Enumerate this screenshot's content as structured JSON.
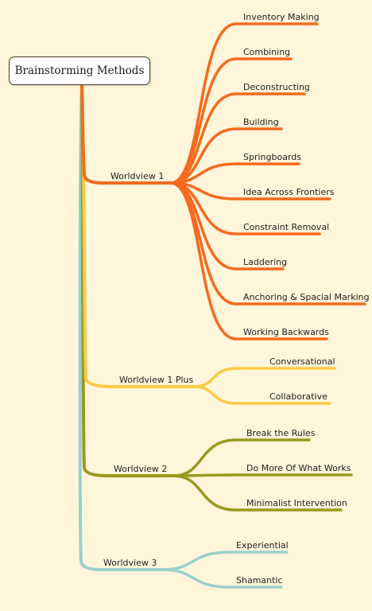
{
  "root": "Brainstorming Methods",
  "branches": [
    {
      "label": "Worldview 1",
      "color": "#f46a1f",
      "children": [
        "Inventory Making",
        "Combining",
        "Deconstructing",
        "Building",
        "Springboards",
        "Idea Across Frontiers",
        "Constraint Removal",
        "Laddering",
        "Anchoring & Spacial Marking",
        "Working Backwards"
      ]
    },
    {
      "label": "Worldview 1 Plus",
      "color": "#f7cb45",
      "children": [
        "Conversational",
        "Collaborative"
      ]
    },
    {
      "label": "Worldview 2",
      "color": "#9a991f",
      "children": [
        "Break the Rules",
        "Do More Of What Works",
        "Minimalist Intervention"
      ]
    },
    {
      "label": "Worldview 3",
      "color": "#9ccfc9",
      "children": [
        "Experiential",
        "Shamantic"
      ]
    }
  ]
}
